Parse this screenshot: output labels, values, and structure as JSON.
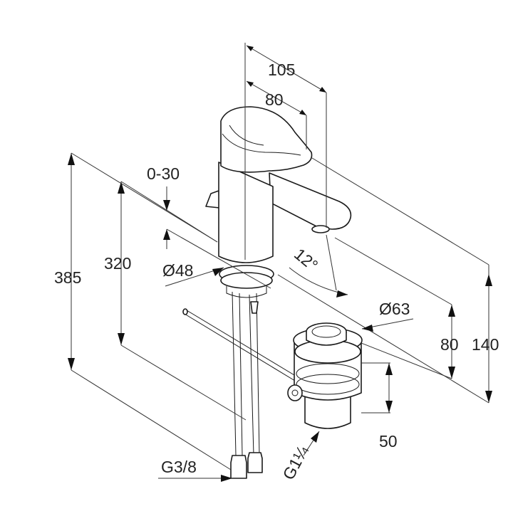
{
  "colors": {
    "ink": "#1a1a1a",
    "background": "#ffffff"
  },
  "dimensions": {
    "spout_reach_total": "105",
    "spout_reach_inner": "80",
    "lever_travel": "0-30",
    "overall_height": "385",
    "body_height": "320",
    "base_diameter": "Ø48",
    "spout_angle": "12°",
    "drain_diameter": "Ø63",
    "spout_height": "80",
    "top_height": "140",
    "drain_height": "50",
    "supply_thread": "G3/8",
    "drain_thread": "G1¼"
  }
}
